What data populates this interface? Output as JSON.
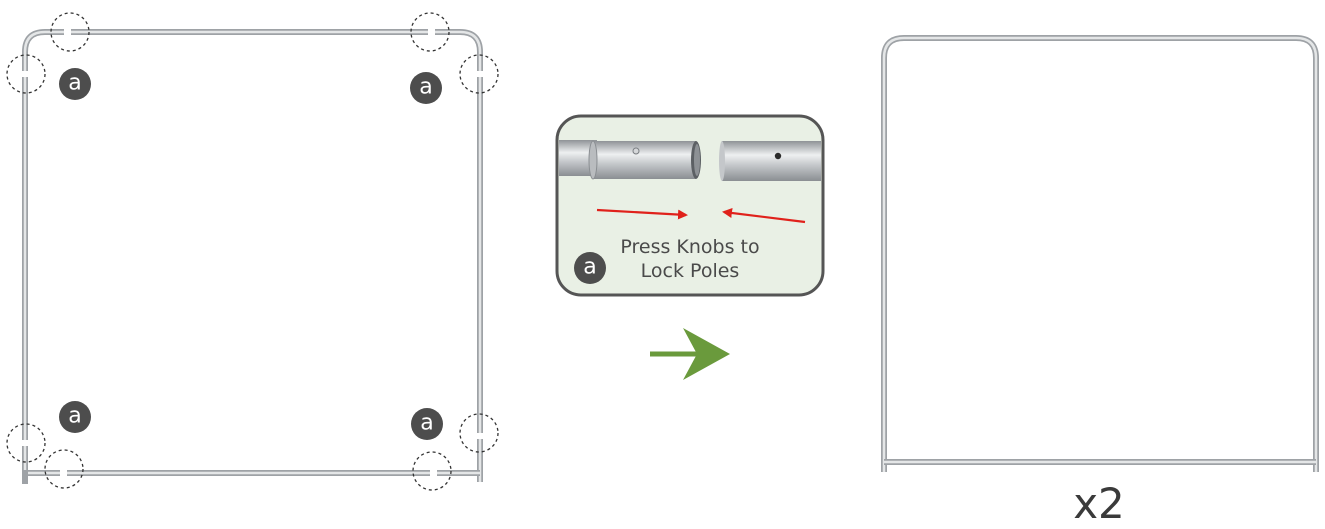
{
  "connector_label": "a",
  "callout": {
    "line1": "Press Knobs to",
    "line2": "Lock Poles"
  },
  "quantity": "x2",
  "colors": {
    "pole": "#c9ccce",
    "pole_edge": "#9ea2a6",
    "badge": "#4d4d4d",
    "callout_bg": "#e9f0e5",
    "callout_border": "#555555",
    "red_arrow": "#e0211b",
    "green_arrow": "#6a9a3c"
  }
}
